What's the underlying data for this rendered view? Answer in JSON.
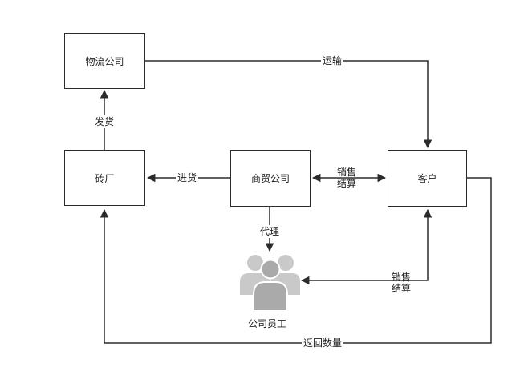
{
  "nodes": {
    "logistics": "物流公司",
    "factory": "砖厂",
    "trading": "商贸公司",
    "customer": "客户",
    "staff": "公司员工"
  },
  "edges": {
    "transport": "运输",
    "ship": "发货",
    "purchase": "进货",
    "sales_1": "销售",
    "settle_1": "结算",
    "agent": "代理",
    "sales_2": "销售",
    "settle_2": "结算",
    "return_qty": "返回数量"
  },
  "colors": {
    "line": "#2b2b2b",
    "person_light": "#c9c9c9",
    "person_dark": "#aaaaaa"
  },
  "icons": [
    "people-group-icon"
  ]
}
